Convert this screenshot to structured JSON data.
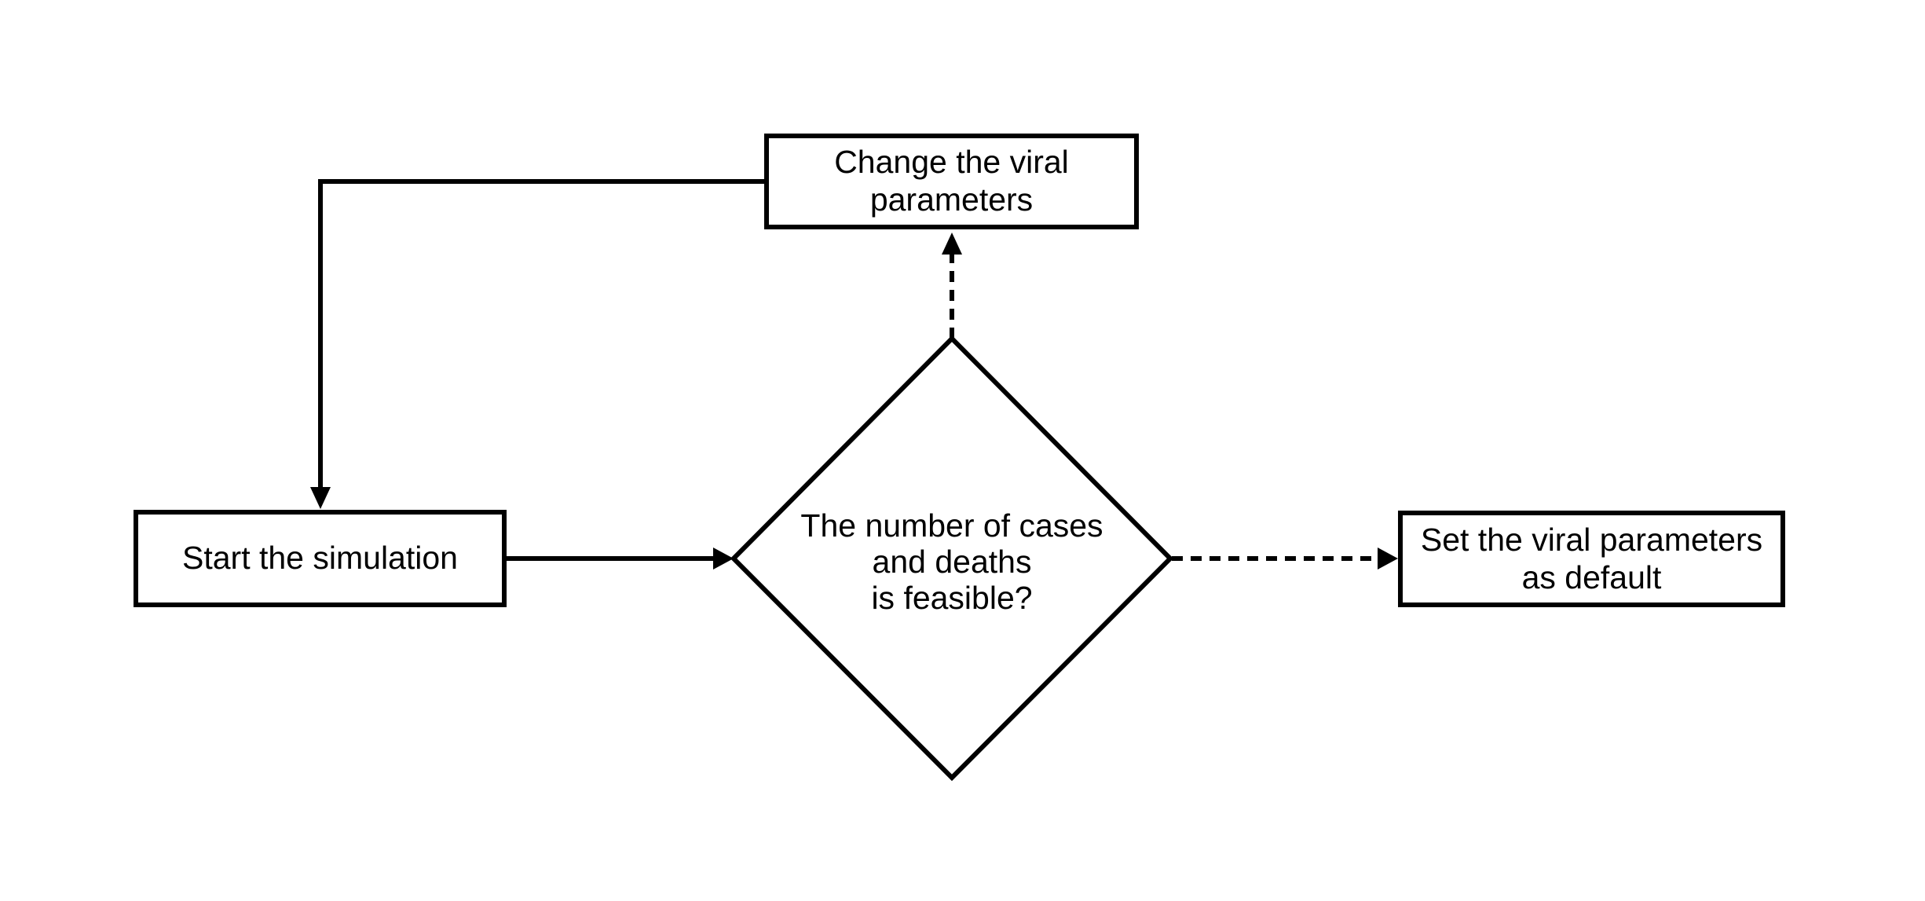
{
  "colors": {
    "background": "#ffffff",
    "node_fill": "#ffffff",
    "stroke": "#000000",
    "text": "#000000"
  },
  "nodes": {
    "change_viral_parameters": {
      "type": "process",
      "lines": [
        "Change the viral",
        "parameters"
      ]
    },
    "start_simulation": {
      "type": "process",
      "lines": [
        "Start the simulation"
      ]
    },
    "decision_feasible": {
      "type": "decision",
      "lines": [
        "The number of cases",
        "and deaths",
        "is feasible?"
      ]
    },
    "set_viral_parameters_default": {
      "type": "process",
      "lines": [
        "Set the viral parameters",
        "as default"
      ]
    }
  },
  "edges": [
    {
      "from": "change_viral_parameters",
      "to": "start_simulation",
      "style": "solid",
      "path": "elbow-left-then-down"
    },
    {
      "from": "start_simulation",
      "to": "decision_feasible",
      "style": "solid",
      "path": "straight-right"
    },
    {
      "from": "decision_feasible",
      "to": "change_viral_parameters",
      "style": "dashed",
      "path": "straight-up"
    },
    {
      "from": "decision_feasible",
      "to": "set_viral_parameters_default",
      "style": "dashed",
      "path": "straight-right"
    }
  ]
}
